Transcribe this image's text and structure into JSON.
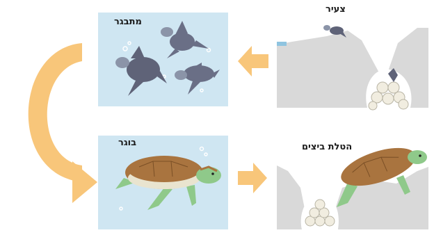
{
  "stages": {
    "hatchling": {
      "label": "צעיר"
    },
    "juvenile": {
      "label": "מתבגר"
    },
    "adult": {
      "label": "בוגר"
    },
    "egg_laying": {
      "label": "הטלת ביצים"
    }
  },
  "colors": {
    "water": "#cfe6f2",
    "arrow": "#f8c67a",
    "ground": "#d6d6d6",
    "shell": "#a9743f",
    "skin": "#8fc98a",
    "juvenile_shell": "#6a6f86",
    "egg": "#f1ede0"
  }
}
